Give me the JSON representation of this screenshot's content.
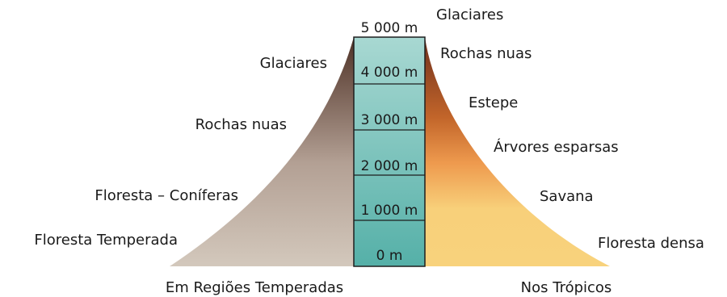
{
  "altitudes": [
    "5 000 m",
    "4 000 m",
    "3 000 m",
    "2 000 m",
    "1 000 m",
    "0 m"
  ],
  "left_side": {
    "caption": "Em Regiões Temperadas",
    "zones": [
      "Glaciares",
      "Rochas nuas",
      "Floresta – Coníferas",
      "Floresta Temperada"
    ]
  },
  "right_side": {
    "caption": "Nos Trópicos",
    "zones": [
      "Glaciares",
      "Rochas nuas",
      "Estepe",
      "Árvores esparsas",
      "Savana",
      "Floresta densa"
    ]
  },
  "colors": {
    "column_top": "#a8d8d2",
    "column_bottom": "#55b0a8",
    "temperate_top": "#4e3126",
    "temperate_bottom": "#d3c8bc",
    "tropical_top": "#6e2f1c",
    "tropical_mid": "#ee9a4e",
    "tropical_bottom": "#f8d07a"
  }
}
